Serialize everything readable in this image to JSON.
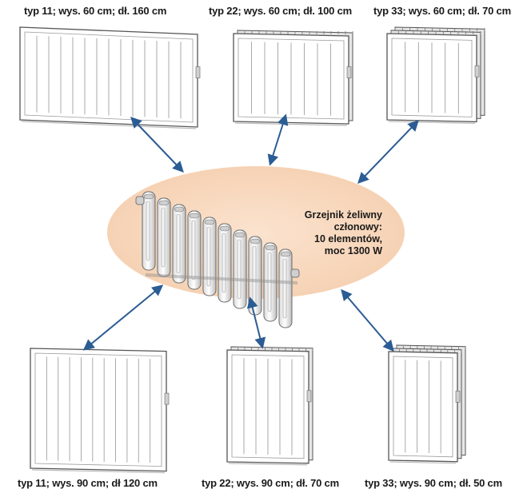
{
  "labels": {
    "top_left": "typ 11; wys. 60 cm; dł. 160 cm",
    "top_middle": "typ 22; wys. 60 cm; dł. 100 cm",
    "top_right": "typ 33; wys. 60 cm; dł. 70 cm",
    "bottom_left": "typ 11; wys. 90 cm; dł 120 cm",
    "bottom_middle": "typ 22; wys. 90 cm; dł. 70 cm",
    "bottom_right": "typ 33; wys. 90 cm; dł. 50 cm"
  },
  "center": {
    "line1": "Grzejnik żeliwny",
    "line2": "członowy:",
    "line3": "10 elementów,",
    "line4": "moc 1300 W"
  },
  "colors": {
    "ellipse": "#f9dcc4",
    "arrow": "#2b5c94",
    "radiator_stroke": "#555555"
  }
}
